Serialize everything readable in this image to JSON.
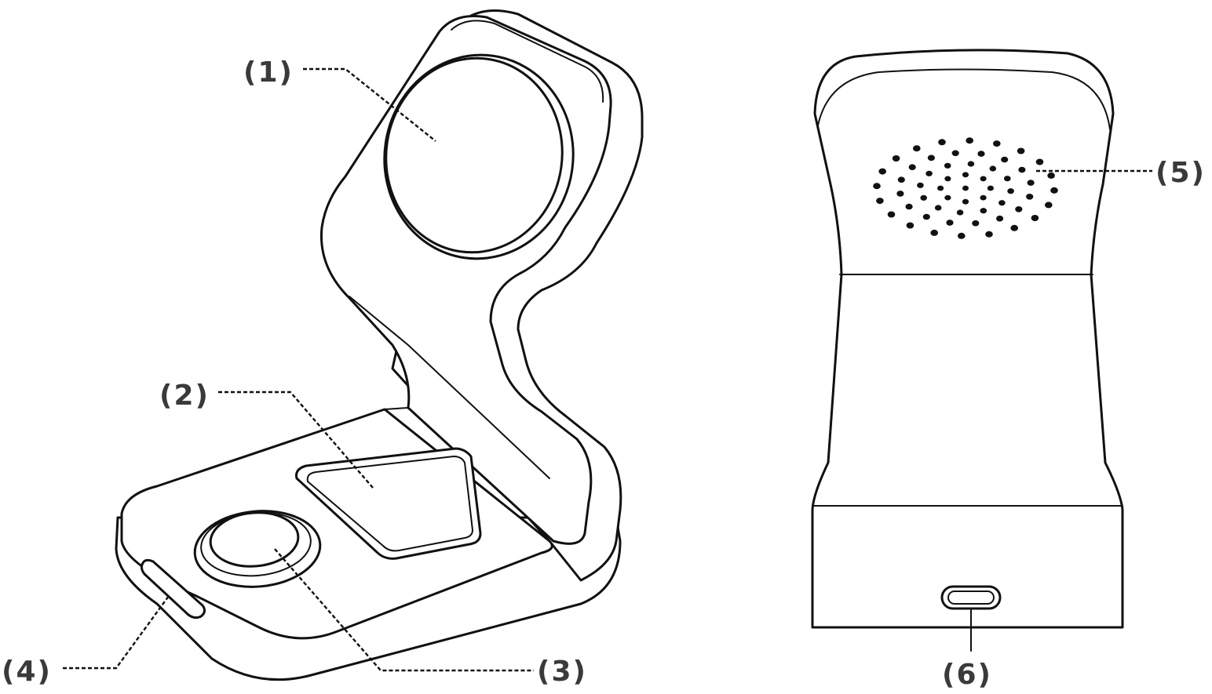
{
  "callouts": [
    {
      "id": "1",
      "text": "(1)"
    },
    {
      "id": "2",
      "text": "(2)"
    },
    {
      "id": "3",
      "text": "(3)"
    },
    {
      "id": "4",
      "text": "(4)"
    },
    {
      "id": "5",
      "text": "(5)"
    },
    {
      "id": "6",
      "text": "(6)"
    }
  ],
  "colors": {
    "line": "#111111",
    "label": "#3a3a3a",
    "background": "#ffffff"
  }
}
